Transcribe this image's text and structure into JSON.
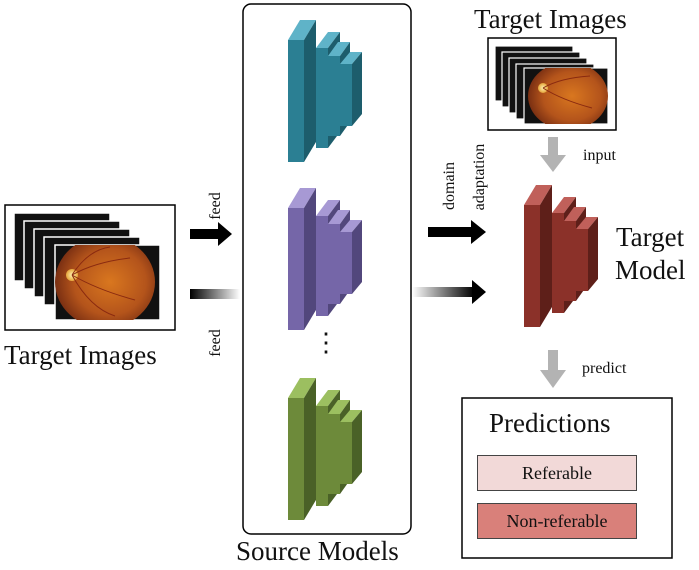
{
  "left": {
    "title": "Target Images",
    "feed_top": "feed",
    "feed_bottom": "feed"
  },
  "source": {
    "title": "Source Models",
    "ellipsis": "⋮",
    "colors": {
      "teal": "#2b7f93",
      "purple": "#7566a8",
      "green": "#6d8a3a"
    }
  },
  "right": {
    "top_title": "Target Images",
    "input_label": "input",
    "domain_line1": "domain",
    "domain_line2": "adaptation",
    "model_line1": "Target",
    "model_line2": "Model",
    "predict_label": "predict",
    "model_color": "#8b3129"
  },
  "predictions": {
    "title": "Predictions",
    "items": [
      {
        "label": "Referable",
        "color": "#f2d9d8"
      },
      {
        "label": "Non-referable",
        "color": "#d9807a"
      }
    ]
  }
}
